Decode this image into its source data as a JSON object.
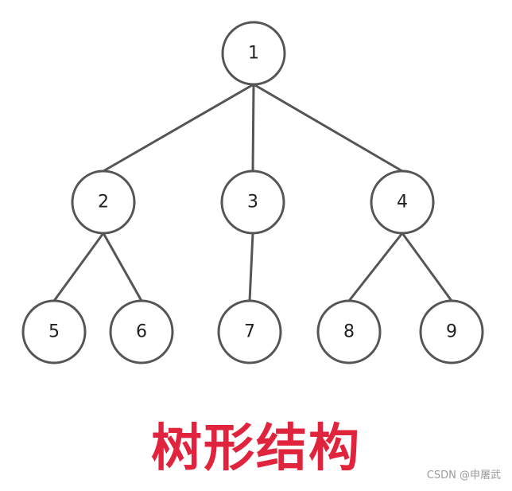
{
  "diagram": {
    "nodes": [
      {
        "id": "n1",
        "label": "1"
      },
      {
        "id": "n2",
        "label": "2"
      },
      {
        "id": "n3",
        "label": "3"
      },
      {
        "id": "n4",
        "label": "4"
      },
      {
        "id": "n5",
        "label": "5"
      },
      {
        "id": "n6",
        "label": "6"
      },
      {
        "id": "n7",
        "label": "7"
      },
      {
        "id": "n8",
        "label": "8"
      },
      {
        "id": "n9",
        "label": "9"
      }
    ],
    "edges": [
      {
        "from": "n1",
        "to": "n2"
      },
      {
        "from": "n1",
        "to": "n3"
      },
      {
        "from": "n1",
        "to": "n4"
      },
      {
        "from": "n2",
        "to": "n5"
      },
      {
        "from": "n2",
        "to": "n6"
      },
      {
        "from": "n3",
        "to": "n7"
      },
      {
        "from": "n4",
        "to": "n8"
      },
      {
        "from": "n4",
        "to": "n9"
      }
    ]
  },
  "caption": {
    "title": "树形结构",
    "title_color": "#e0243d",
    "watermark": "CSDN @申屠武"
  },
  "colors": {
    "stroke": "#555555",
    "text": "#222222",
    "background": "#ffffff"
  }
}
